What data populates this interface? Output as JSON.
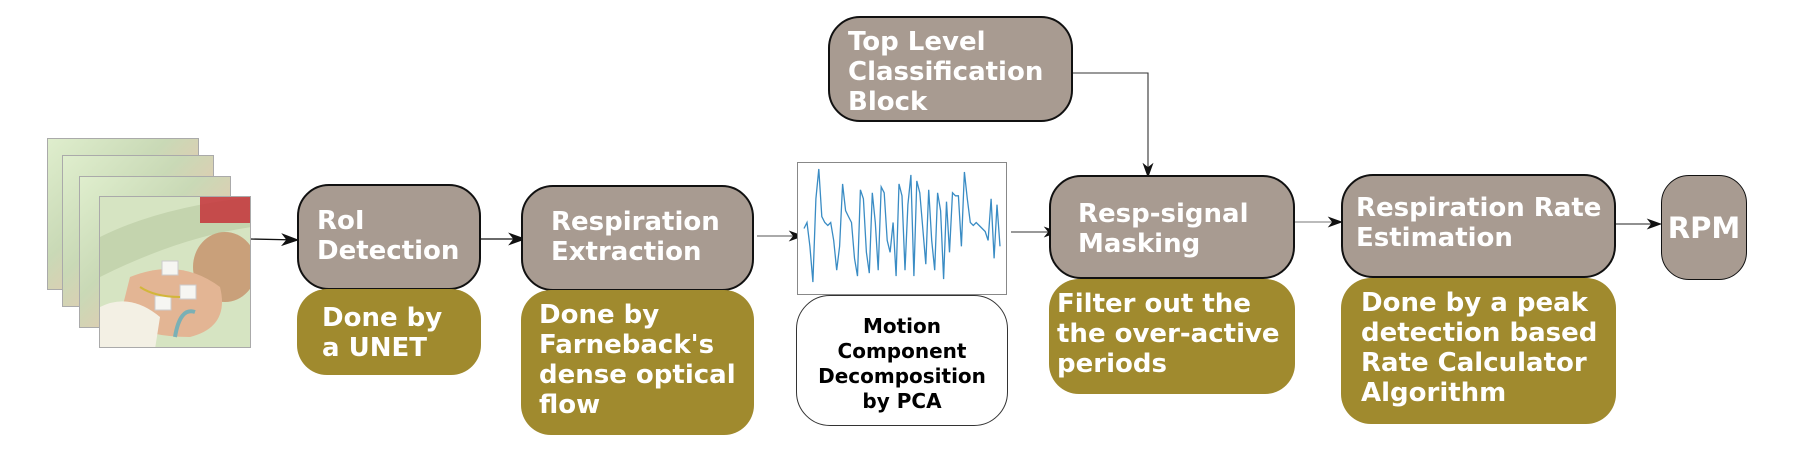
{
  "diagram": {
    "input": {
      "label": "video-frames",
      "frame_count": 4
    },
    "blocks": {
      "roi_detection": {
        "title": "RoI\nDetection",
        "note": "Done by\na UNET"
      },
      "respiration_extraction": {
        "title": "Respiration\nExtraction",
        "note": "Done by\nFarneback's\ndense optical\nflow"
      },
      "pca": {
        "title": "Motion\nComponent\nDecomposition\nby PCA"
      },
      "top_level": {
        "title": "Top Level\nClassification\nBlock"
      },
      "masking": {
        "title": "Resp-signal\nMasking",
        "note": "Filter out the\nthe over-active\nperiods"
      },
      "rate_estimation": {
        "title": "Respiration Rate\nEstimation",
        "note": "Done by a peak\ndetection based\nRate Calculator\nAlgorithm"
      },
      "output": {
        "title": "RPM"
      }
    },
    "colors": {
      "block_fill": "#a89b91",
      "note_fill": "#a08a2e",
      "signal_line": "#3a8cc4",
      "arrow": "#111111"
    },
    "signal_waveform": [
      0,
      0.1,
      -0.3,
      -0.9,
      0.5,
      1.0,
      0.2,
      0.1,
      0.05,
      0.1,
      -0.2,
      -0.7,
      -0.3,
      0.75,
      0.3,
      0.2,
      0.1,
      -0.5,
      -0.8,
      0.65,
      0.5,
      -0.4,
      -0.75,
      0.6,
      0.1,
      -0.7,
      0.7,
      0.6,
      -0.2,
      -0.4,
      0.1,
      -0.8,
      0.75,
      0.55,
      -0.7,
      0.4,
      0.9,
      -0.8,
      0.8,
      0.6,
      0.0,
      -0.6,
      0.65,
      -0.2,
      -0.7,
      0.6,
      0.3,
      -0.85,
      0.45,
      -0.4,
      0.6,
      0.55,
      0.55,
      -0.3,
      0.95,
      0.5,
      0.1,
      0.05,
      0.1,
      0.05,
      0.0,
      -0.05,
      -0.2,
      0.5,
      -0.5,
      0.4,
      -0.3
    ]
  }
}
